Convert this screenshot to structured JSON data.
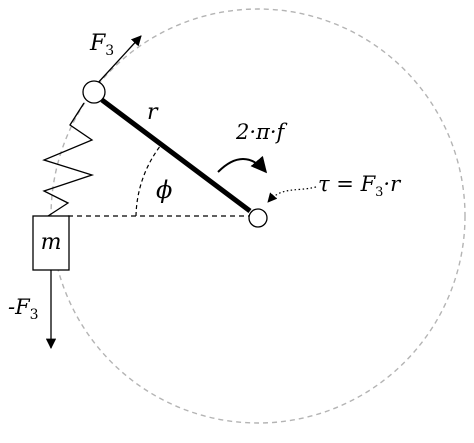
{
  "labels": {
    "force_top": {
      "main": "F",
      "sub": "3"
    },
    "force_bottom": {
      "prefix": "-F",
      "sub": "3"
    },
    "radius": "r",
    "angle": "ϕ",
    "angular_velocity": "2·π·f",
    "torque": {
      "tau": "τ = F",
      "sub": "3",
      "tail": "·r"
    },
    "mass": "m"
  },
  "colors": {
    "ink": "#000000",
    "orbit": "#b4b4b4",
    "background": "#ffffff"
  }
}
